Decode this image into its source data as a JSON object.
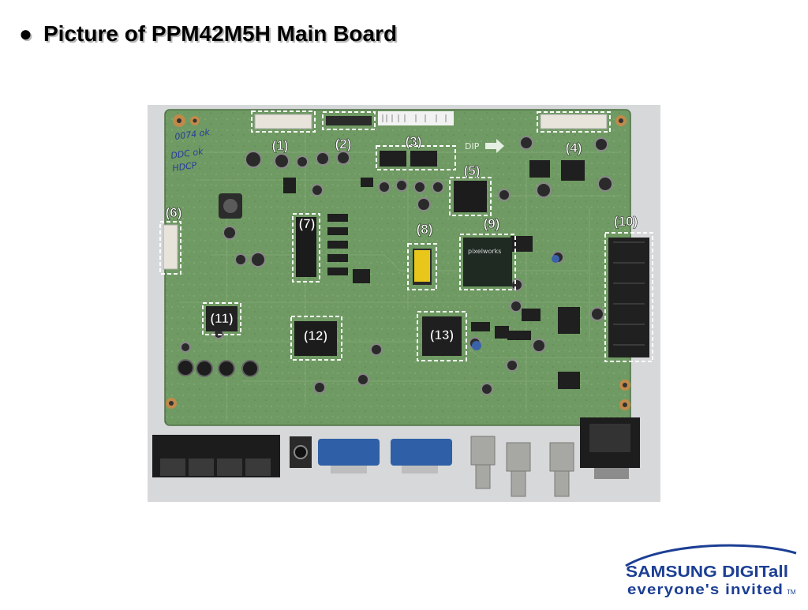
{
  "slide": {
    "bullet": "●",
    "title": "Picture of PPM42M5H Main Board"
  },
  "board_photo": {
    "callouts": [
      "(1)",
      "(2)",
      "(3)",
      "(4)",
      "(5)",
      "(6)",
      "(7)",
      "(8)",
      "(9)",
      "(10)",
      "(11)",
      "(12)",
      "(13)"
    ],
    "handwritten": [
      "0074 ok",
      "DDC ok",
      "HDCP"
    ],
    "silkscreen": [
      "DIP"
    ],
    "chip_marking": "pixelworks"
  },
  "logo": {
    "line1": "SAMSUNG DIGITall",
    "line2": "everyone's invited",
    "tm": "TM",
    "color": "#1c3f94"
  }
}
